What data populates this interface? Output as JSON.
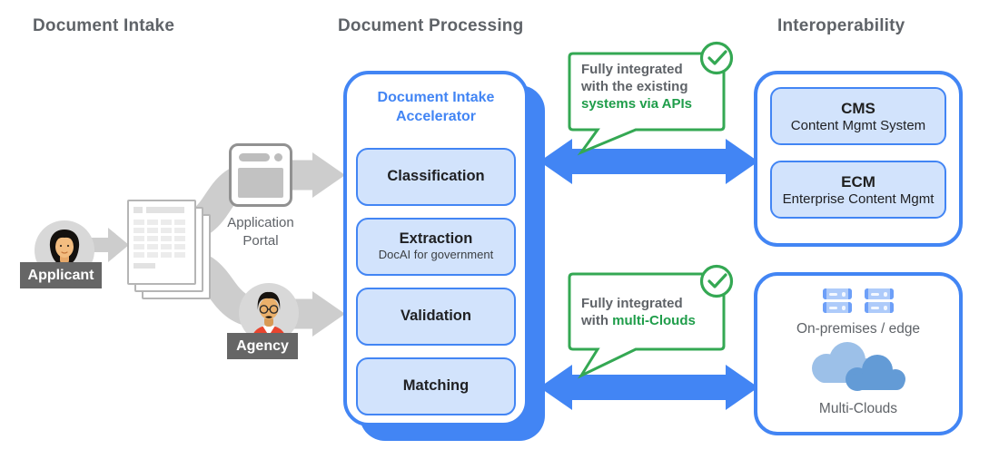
{
  "headers": {
    "intake": "Document Intake",
    "processing": "Document Processing",
    "interoperability": "Interoperability"
  },
  "intake": {
    "applicant_label": "Applicant",
    "agency_label": "Agency",
    "portal_label": "Application Portal"
  },
  "processing": {
    "container_title": "Document Intake Accelerator",
    "steps": [
      {
        "title": "Classification",
        "subtitle": ""
      },
      {
        "title": "Extraction",
        "subtitle": "DocAI for government"
      },
      {
        "title": "Validation",
        "subtitle": ""
      },
      {
        "title": "Matching",
        "subtitle": ""
      }
    ]
  },
  "callouts": {
    "apis": {
      "line1": "Fully integrated",
      "line2": "with the existing",
      "highlight": "systems via APIs"
    },
    "clouds": {
      "line1": "Fully integrated",
      "line2_prefix": "with ",
      "highlight": "multi-Clouds"
    }
  },
  "interoperability": {
    "cms_title": "CMS",
    "cms_subtitle": "Content Mgmt System",
    "ecm_title": "ECM",
    "ecm_subtitle": "Enterprise Content Mgmt",
    "onprem_label": "On-premises / edge",
    "multicloud_label": "Multi-Clouds"
  },
  "icons": {
    "check_circle": "check-circle",
    "servers": "server-rack",
    "clouds": "clouds",
    "browser": "browser-window",
    "documents": "document-stack"
  },
  "colors": {
    "blue": "#4285f4",
    "light_blue": "#d2e3fc",
    "green": "#34a853",
    "green_text": "#1f9d4a",
    "gray_text": "#5f6368",
    "flow_gray": "#cdcdcd",
    "label_bg": "#666666"
  }
}
